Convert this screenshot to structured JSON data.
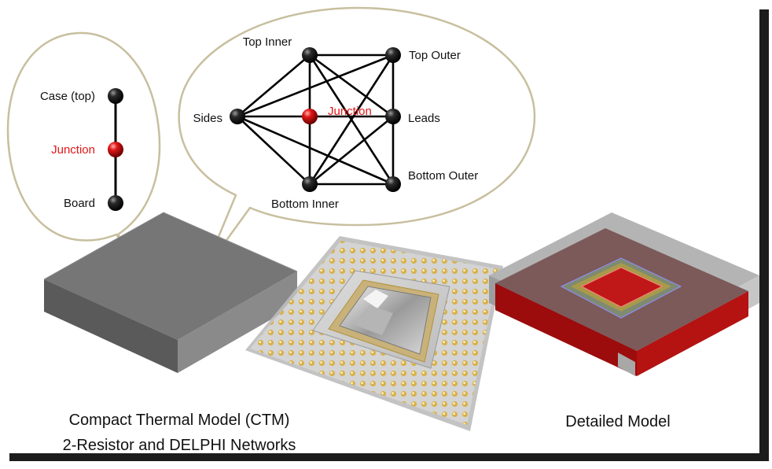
{
  "colors": {
    "junction": "#e01818",
    "node": "#111111",
    "bubble_stroke": "#c8bf9f",
    "block_top": "#7a7a7a",
    "block_front": "#5c5c5c",
    "block_side": "#8c8c8c",
    "pin": "#d6b04a",
    "lid": "#7c5a5a",
    "lid_edge": "#9c0c0c",
    "die": "#c01818"
  },
  "two_resistor": {
    "case_label": "Case (top)",
    "junction_label": "Junction",
    "board_label": "Board"
  },
  "delphi": {
    "top_inner": "Top Inner",
    "top_outer": "Top Outer",
    "sides": "Sides",
    "junction": "Junction",
    "leads": "Leads",
    "bottom_outer": "Bottom Outer",
    "bottom_inner": "Bottom Inner"
  },
  "captions": {
    "ctm_line1": "Compact Thermal Model (CTM)",
    "ctm_line2": "2-Resistor and DELPHI Networks",
    "detailed": "Detailed Model"
  },
  "icons": {
    "ctm_block": "gray-block-icon",
    "chip_photo": "pga-package-photo-icon",
    "detailed_package": "detailed-package-icon"
  }
}
